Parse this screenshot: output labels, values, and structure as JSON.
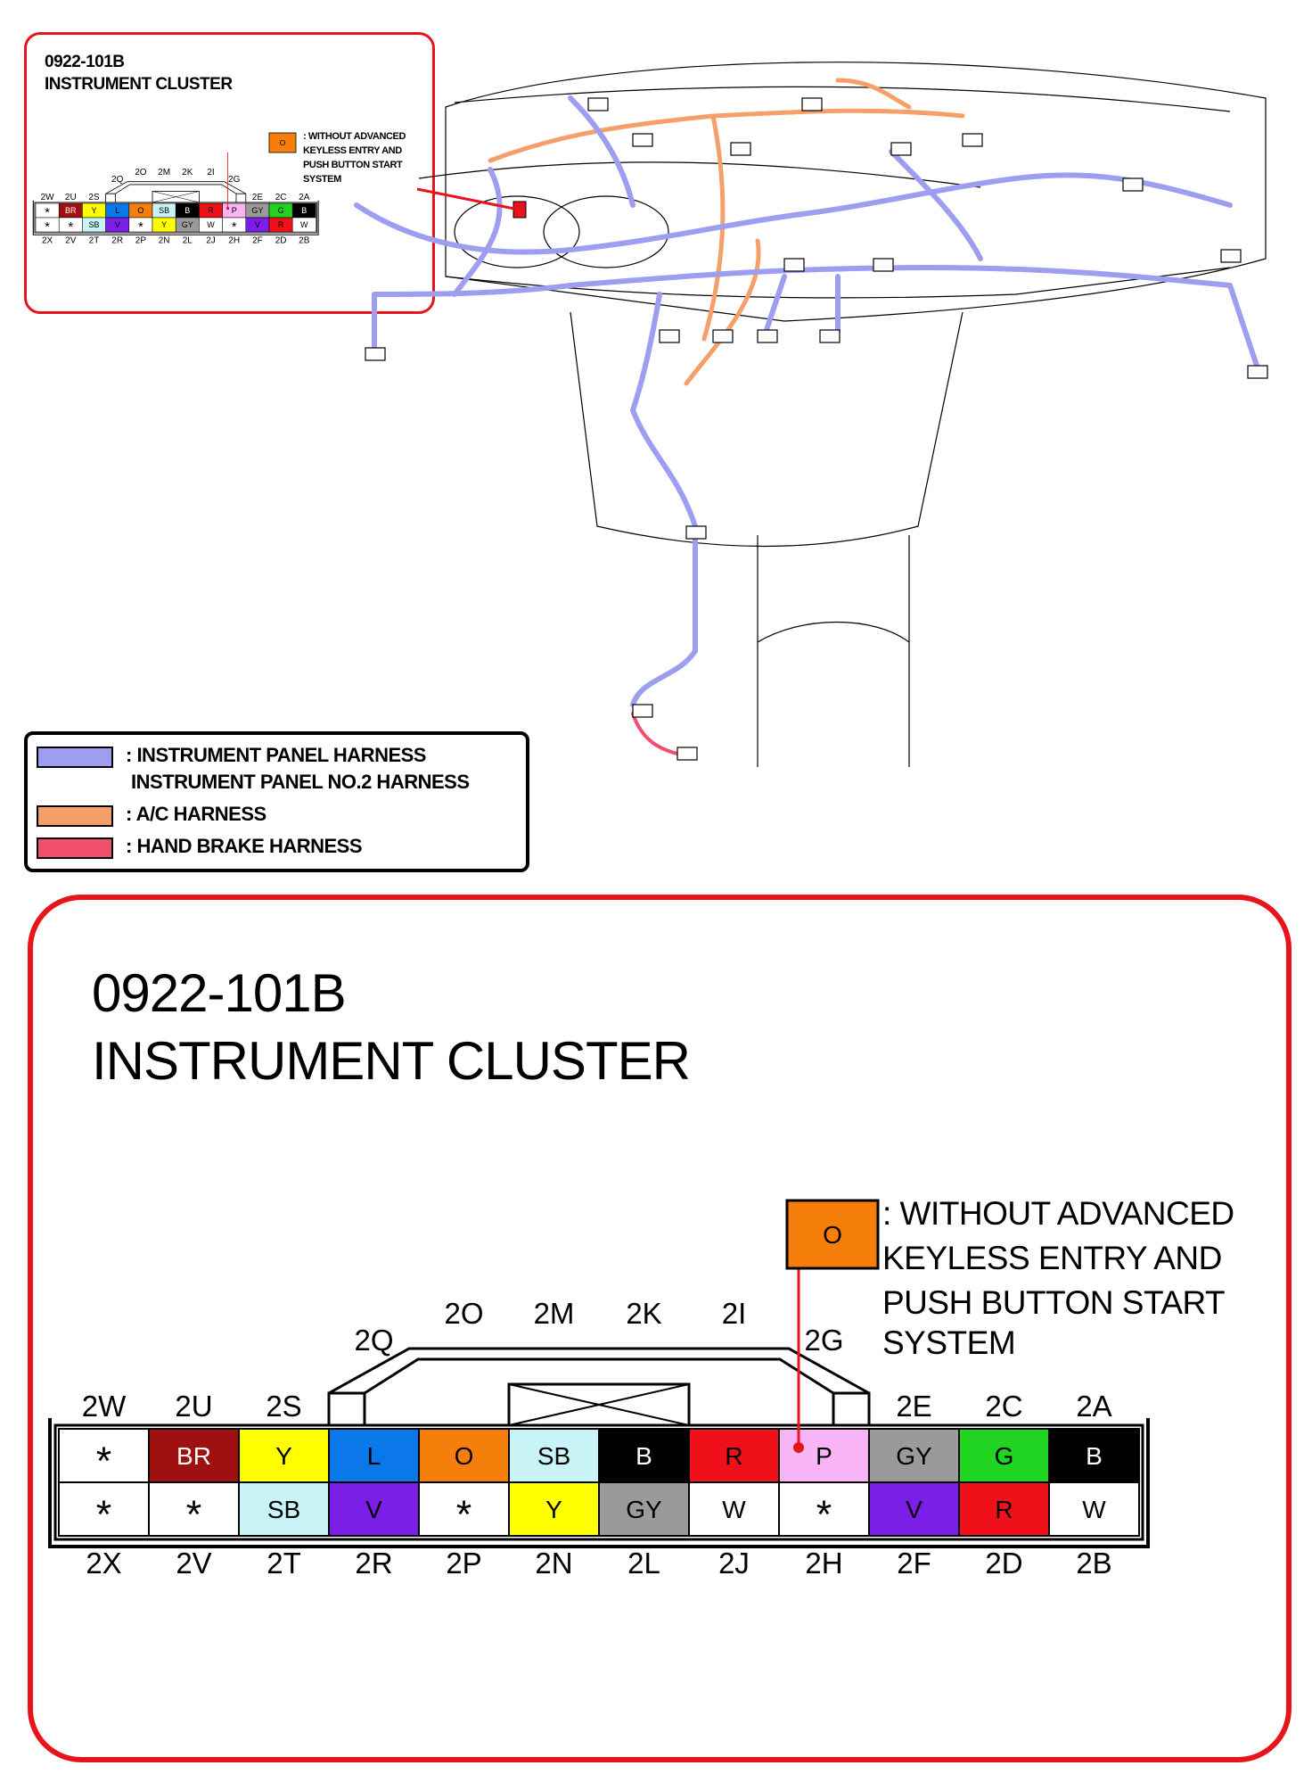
{
  "part_number": "0922-101B",
  "component_name": "INSTRUMENT CLUSTER",
  "note": {
    "swatch_code": "O",
    "lines": [
      ": WITHOUT ADVANCED",
      "KEYLESS ENTRY AND",
      "PUSH BUTTON START",
      "SYSTEM"
    ],
    "lines_small": [
      ": WITHOUT ADVANCED",
      "KEYLESS ENTRY AND",
      "PUSH BUTTON START",
      "SYSTEM"
    ]
  },
  "legend": [
    {
      "color": "#9e9ef0",
      "label": ": INSTRUMENT PANEL HARNESS",
      "label2": "INSTRUMENT PANEL NO.2 HARNESS"
    },
    {
      "color": "#f5a06a",
      "label": ": A/C HARNESS"
    },
    {
      "color": "#f0506e",
      "label": ": HAND BRAKE HARNESS"
    }
  ],
  "harness_colors": {
    "instrument_panel": "#9e9ef0",
    "ac": "#f5a06a",
    "hand_brake": "#f0506e",
    "callout_red": "#e8141b"
  },
  "connector": {
    "top_pins": [
      "2W",
      "2U",
      "2S",
      "",
      "",
      "",
      "",
      "",
      "",
      "2E",
      "2C",
      "2A"
    ],
    "upper_labels": [
      "2Q",
      "2O",
      "2M",
      "2K",
      "2I",
      "2G"
    ],
    "bottom_pins": [
      "2X",
      "2V",
      "2T",
      "2R",
      "2P",
      "2N",
      "2L",
      "2J",
      "2H",
      "2F",
      "2D",
      "2B"
    ],
    "top_row": [
      {
        "code": "*",
        "color": "#ffffff",
        "text": "#000000"
      },
      {
        "code": "BR",
        "color": "#a01010",
        "text": "#ffffff"
      },
      {
        "code": "Y",
        "color": "#ffff00",
        "text": "#000000"
      },
      {
        "code": "L",
        "color": "#0a78e8",
        "text": "#000000"
      },
      {
        "code": "O",
        "color": "#f57f0a",
        "text": "#000000"
      },
      {
        "code": "SB",
        "color": "#c8f4f8",
        "text": "#000000"
      },
      {
        "code": "B",
        "color": "#000000",
        "text": "#ffffff"
      },
      {
        "code": "R",
        "color": "#f0101a",
        "text": "#000000"
      },
      {
        "code": "P",
        "color": "#f8b4f4",
        "text": "#000000"
      },
      {
        "code": "GY",
        "color": "#9a9a9a",
        "text": "#000000"
      },
      {
        "code": "G",
        "color": "#22d422",
        "text": "#000000"
      },
      {
        "code": "B",
        "color": "#000000",
        "text": "#ffffff"
      }
    ],
    "bottom_row": [
      {
        "code": "*",
        "color": "#ffffff",
        "text": "#000000"
      },
      {
        "code": "*",
        "color": "#ffffff",
        "text": "#000000"
      },
      {
        "code": "SB",
        "color": "#c8f4f8",
        "text": "#000000"
      },
      {
        "code": "V",
        "color": "#7a1ee8",
        "text": "#000000"
      },
      {
        "code": "*",
        "color": "#ffffff",
        "text": "#000000"
      },
      {
        "code": "Y",
        "color": "#ffff00",
        "text": "#000000"
      },
      {
        "code": "GY",
        "color": "#9a9a9a",
        "text": "#000000"
      },
      {
        "code": "W",
        "color": "#ffffff",
        "text": "#000000"
      },
      {
        "code": "*",
        "color": "#ffffff",
        "text": "#000000"
      },
      {
        "code": "V",
        "color": "#7a1ee8",
        "text": "#000000"
      },
      {
        "code": "R",
        "color": "#f0101a",
        "text": "#000000"
      },
      {
        "code": "W",
        "color": "#ffffff",
        "text": "#000000"
      }
    ]
  }
}
